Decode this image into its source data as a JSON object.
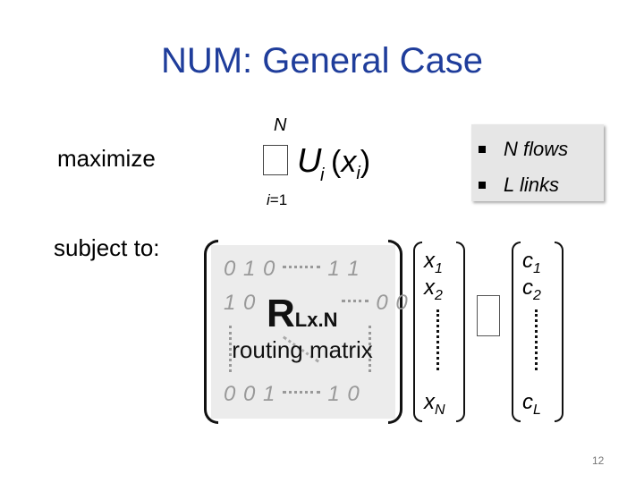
{
  "title": "NUM: General Case",
  "labels": {
    "maximize": "maximize",
    "subject_to": "subject to:"
  },
  "objective": {
    "sum_upper": "N",
    "sum_lower_var": "i",
    "sum_lower_rest": "=1",
    "function": "U",
    "function_sub": "i",
    "arg_open": "(",
    "arg_var": "x",
    "arg_sub": "i",
    "arg_close": ")"
  },
  "info_box": {
    "items": [
      "N flows",
      "L links"
    ]
  },
  "matrix": {
    "row1_start": "0 1 0",
    "row1_end": "1 1",
    "row2_start": "1 0",
    "row2_end": "0 0",
    "rowN_start": "0 0 1",
    "rowN_end": "1 0",
    "symbol": "R",
    "symbol_sub": "Lx.N",
    "caption": "routing matrix"
  },
  "x_vector": {
    "first": {
      "var": "x",
      "sub": "1"
    },
    "second": {
      "var": "x",
      "sub": "2"
    },
    "last": {
      "var": "x",
      "sub": "N"
    }
  },
  "c_vector": {
    "first": {
      "var": "c",
      "sub": "1"
    },
    "second": {
      "var": "c",
      "sub": "2"
    },
    "last": {
      "var": "c",
      "sub": "L"
    }
  },
  "page_number": "12",
  "colors": {
    "title": "#1f3d9b",
    "matrix_background": "#ececec",
    "info_box_background": "#e6e6e6"
  }
}
